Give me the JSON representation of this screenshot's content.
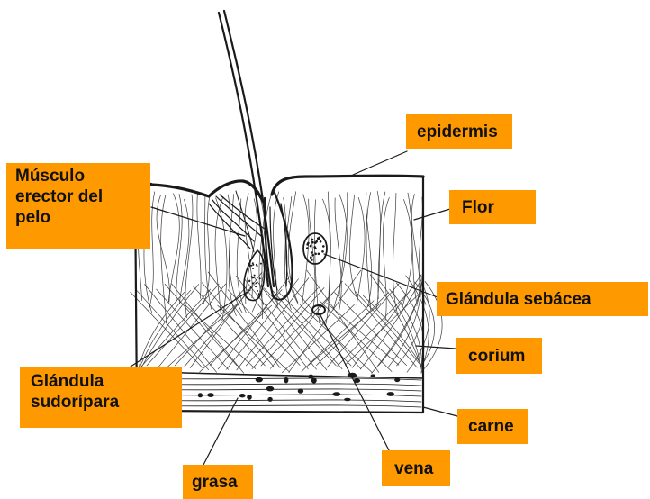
{
  "diagram": {
    "labels": {
      "epidermis": "epidermis",
      "flor": "Flor",
      "musculo": "Músculo\nerector del\npelo",
      "glandula_sebacea": "Glándula sebácea",
      "corium": "corium",
      "glandula_sudoripara": "Glándula\nsudorípara",
      "carne": "carne",
      "grasa": "grasa",
      "vena": "vena"
    },
    "colors": {
      "label_background": "#ff9900",
      "label_text": "#111111",
      "ink": "#1a1a1a",
      "paper": "#ffffff"
    }
  }
}
